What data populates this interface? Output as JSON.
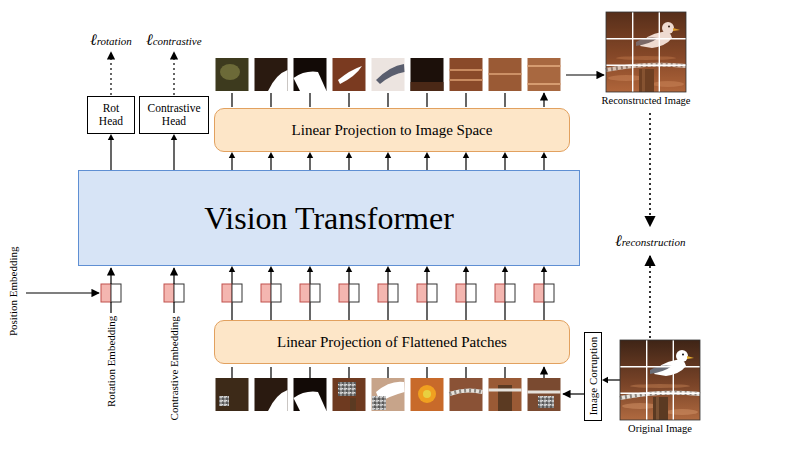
{
  "diagram": {
    "nodes": [
      {
        "text": [
          "Rot Head"
        ]
      },
      {
        "text": [
          "Contrastive Head"
        ]
      },
      {
        "text": [
          "Linear Projection to Image Space"
        ]
      },
      {
        "text": [
          "Reconstructed Image"
        ]
      },
      {
        "text": [
          "Vision Transformer"
        ]
      },
      {
        "text": [
          "Linear Projection of Flattened Patches"
        ]
      },
      {
        "text": [
          "Image Corruption"
        ]
      },
      {
        "text": [
          "Original Image"
        ]
      }
    ],
    "edges": [
      {
        "from": 4,
        "to": 0,
        "arrow": "to"
      },
      {
        "from": 4,
        "to": 1,
        "arrow": "to"
      },
      {
        "from": 4,
        "to": 2,
        "arrow": "to"
      },
      {
        "from": 4,
        "to": 2,
        "arrow": "to"
      },
      {
        "from": 4,
        "to": 2,
        "arrow": "to"
      },
      {
        "from": 4,
        "to": 2,
        "arrow": "to"
      },
      {
        "from": 4,
        "to": 2,
        "arrow": "to"
      },
      {
        "from": 4,
        "to": 2,
        "arrow": "to"
      },
      {
        "from": 4,
        "to": 2,
        "arrow": "to"
      },
      {
        "from": 4,
        "to": 2,
        "arrow": "to"
      },
      {
        "from": 4,
        "to": 2,
        "arrow": "to"
      },
      {
        "from": 5,
        "to": 4,
        "arrow": "to"
      },
      {
        "from": 5,
        "to": 4,
        "arrow": "to"
      },
      {
        "from": 5,
        "to": 4,
        "arrow": "to"
      },
      {
        "from": 5,
        "to": 4,
        "arrow": "to"
      },
      {
        "from": 5,
        "to": 4,
        "arrow": "to"
      },
      {
        "from": 5,
        "to": 4,
        "arrow": "to"
      },
      {
        "from": 5,
        "to": 4,
        "arrow": "to"
      },
      {
        "from": 5,
        "to": 4,
        "arrow": "to"
      },
      {
        "from": 5,
        "to": 4,
        "arrow": "to"
      },
      {
        "from": 7,
        "to": 6,
        "arrow": "to"
      }
    ],
    "labels": [
      "ℓrotation",
      "ℓcontrastive",
      "ℓreconstruction",
      "Position Embedding",
      "Rotation Embedding",
      "Contrastive Embedding"
    ]
  }
}
